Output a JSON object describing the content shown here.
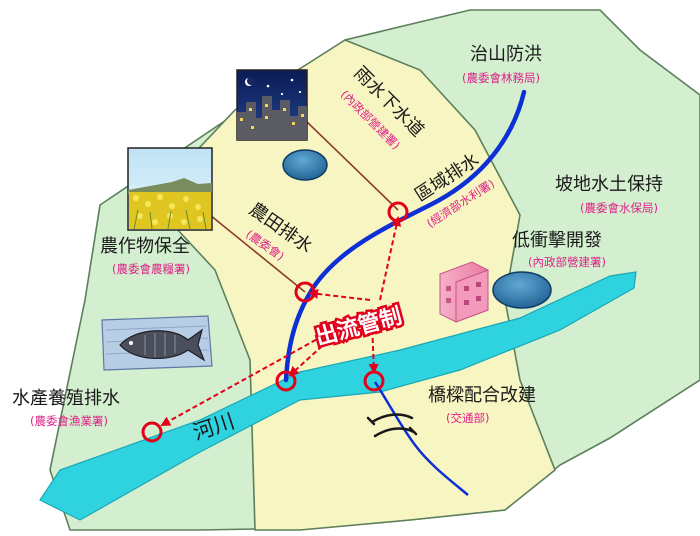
{
  "colors": {
    "outer_region": "#d3efcf",
    "inner_region": "#f7f5c2",
    "river": "#2ed3df",
    "main_channel": "#0c2fd6",
    "control_red": "#e2001a",
    "agency_pink": "#e0218a",
    "sewer_line": "#8b3a2b"
  },
  "labels": {
    "flood_control": "治山防洪",
    "flood_control_agency": "(農委會林務局)",
    "stormwater_sewer": "雨水下水道",
    "stormwater_sewer_agency": "(內政部營建署)",
    "regional_drainage": "區域排水",
    "regional_drainage_agency": "(經濟部水利署)",
    "slope_conservation": "坡地水土保持",
    "slope_conservation_agency": "(農委會水保局)",
    "farmland_drainage": "農田排水",
    "farmland_drainage_agency": "(農委會)",
    "crop_protection": "農作物保全",
    "crop_protection_agency": "(農委會農糧署)",
    "low_impact_dev": "低衝擊開發",
    "low_impact_dev_agency": "(內政部營建署)",
    "runoff_control": "出流管制",
    "aquaculture_drainage": "水產養殖排水",
    "aquaculture_drainage_agency": "(農委會漁業署)",
    "river": "河川",
    "bridge_rebuild": "橋樑配合改建",
    "bridge_rebuild_agency": "(交通部)"
  },
  "icons": {
    "city_night": "city-night-icon",
    "rapeseed_field": "rapeseed-field-icon",
    "fish": "fish-icon",
    "building": "building-icon",
    "detention_pond": "detention-pond-icon",
    "bridge": "bridge-icon"
  }
}
